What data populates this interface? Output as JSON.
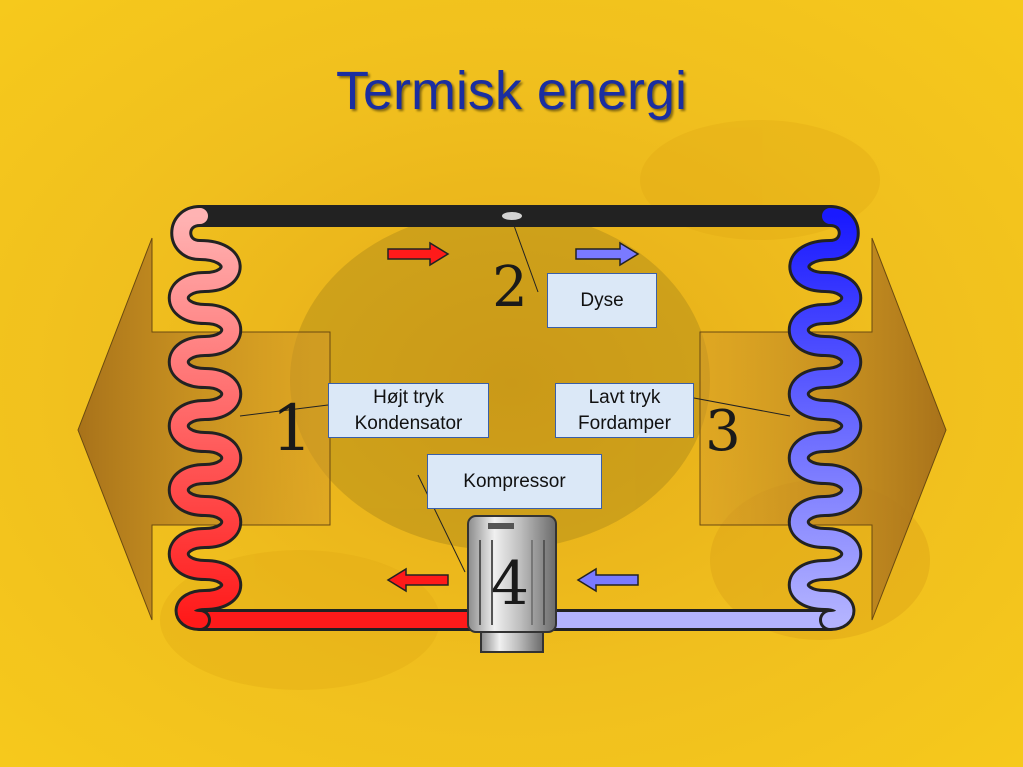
{
  "slide": {
    "title": "Termisk energi",
    "labels": {
      "dyse": "Dyse",
      "hot_line1": "Højt tryk",
      "hot_line2": "Kondensator",
      "cold_line1": "Lavt tryk",
      "cold_line2": "Fordamper",
      "kompressor": "Kompressor"
    },
    "numbers": {
      "n1": "1",
      "n2": "2",
      "n3": "3",
      "n4": "4"
    }
  },
  "colors": {
    "background": "#f2c11a",
    "hot_pipe": "#ff1a1a",
    "hot_pipe_light": "#ffb3b3",
    "cold_pipe": "#1a1aff",
    "cold_pipe_light": "#b3b3ff",
    "label_box": "#dbe8f7",
    "title": "#1a2ea0"
  }
}
